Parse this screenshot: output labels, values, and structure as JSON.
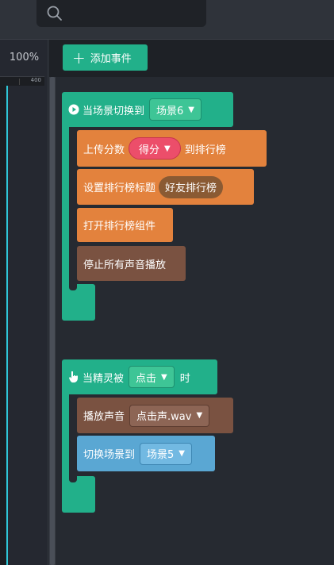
{
  "toolbar": {
    "zoom": "100%",
    "ruler_label": "400"
  },
  "search": {
    "placeholder": ""
  },
  "header": {
    "add_event_label": "添加事件"
  },
  "event1": {
    "trigger_label": "当场景切换到",
    "scene_value": "场景6",
    "blocks": {
      "upload": {
        "prefix": "上传分数",
        "value": "得分",
        "suffix": "到排行榜"
      },
      "set_title": {
        "prefix": "设置排行榜标题",
        "value": "好友排行榜"
      },
      "open": {
        "label": "打开排行榜组件"
      },
      "stop": {
        "label": "停止所有声音播放"
      }
    }
  },
  "event2": {
    "trigger_label": "当精灵被",
    "action_value": "点击",
    "suffix": "时",
    "blocks": {
      "play": {
        "prefix": "播放声音",
        "value": "点击声.wav"
      },
      "switch": {
        "prefix": "切换场景到",
        "value": "场景5"
      }
    }
  },
  "colors": {
    "event_green": "#22b08a",
    "action_orange": "#e3823d",
    "action_brown": "#7a5241",
    "action_blue": "#5aa7d3",
    "ruler_cyan": "#2fc6d6"
  }
}
